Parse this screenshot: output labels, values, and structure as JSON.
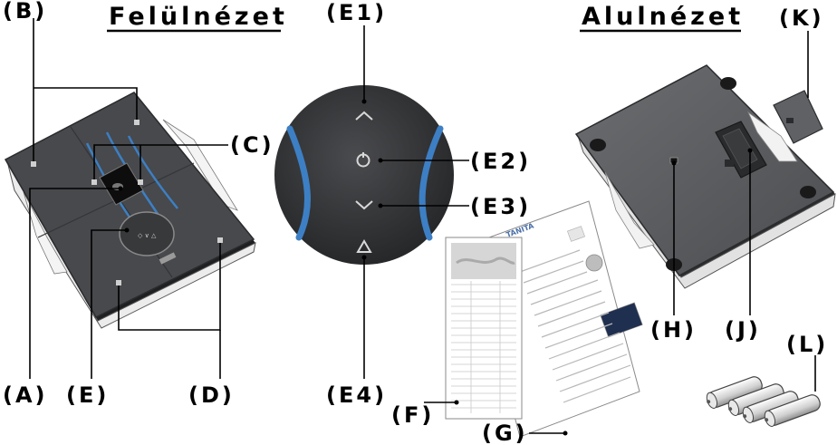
{
  "titles": {
    "top_view": "Felülnézet",
    "bottom_view": "Alulnézet"
  },
  "labels": {
    "A": "(A)",
    "B": "(B)",
    "C": "(C)",
    "D": "(D)",
    "E": "(E)",
    "E1": "(E1)",
    "E2": "(E2)",
    "E3": "(E3)",
    "E4": "(E4)",
    "F": "(F)",
    "G": "(G)",
    "H": "(H)",
    "J": "(J)",
    "K": "(K)",
    "L": "(L)"
  },
  "brand": "TANITA",
  "colors": {
    "scale_body": "#4a4c4f",
    "scale_edge": "#d9d9d9",
    "accent_blue": "#3d7fc4",
    "control_circle": "#3a3b3d",
    "battery": "#cfcfcf"
  }
}
